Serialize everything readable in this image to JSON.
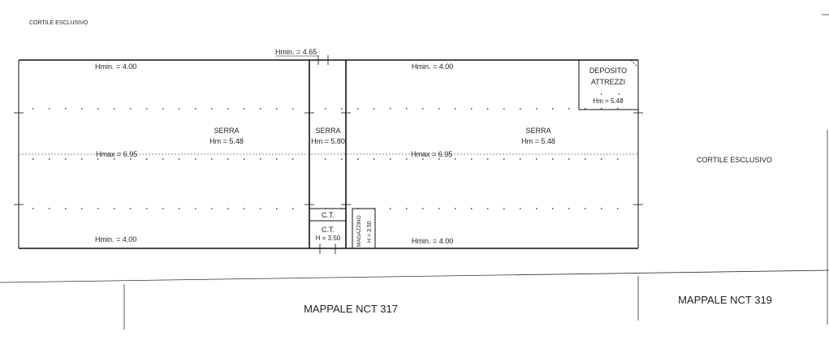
{
  "labels": {
    "cortile_top": "CORTILE ESCLUSIVO",
    "cortile_right": "CORTILE ESCLUSIVO",
    "hmin_top_center": "Hmin. = 4.65",
    "hmin_top_left": "Hmin. = 4.00",
    "hmin_top_right": "Hmin. = 4.00",
    "hmin_bottom_left": "Hmin. = 4.00",
    "hmin_bottom_right": "Hmin. = 4.00",
    "hmax_left": "Hmax = 6.95",
    "hmax_right": "Hmax = 6.95",
    "serra_left": "SERRA",
    "serra_left_hm": "Hm = 5.48",
    "serra_center": "SERRA",
    "serra_center_hm": "Hm = 5.80",
    "serra_right": "SERRA",
    "serra_right_hm": "Hm = 5.48",
    "deposito_1": "DEPOSITO",
    "deposito_2": "ATTREZZI",
    "deposito_hm": "Hm = 5.48",
    "ct_top": "C.T.",
    "ct_bottom": "C.T.",
    "ct_h": "H = 3.50",
    "magazzino": "MAGAZZINO",
    "magazzino_h": "H = 3.50",
    "mappale_317": "MAPPALE NCT 317",
    "mappale_319": "MAPPALE NCT 319"
  }
}
